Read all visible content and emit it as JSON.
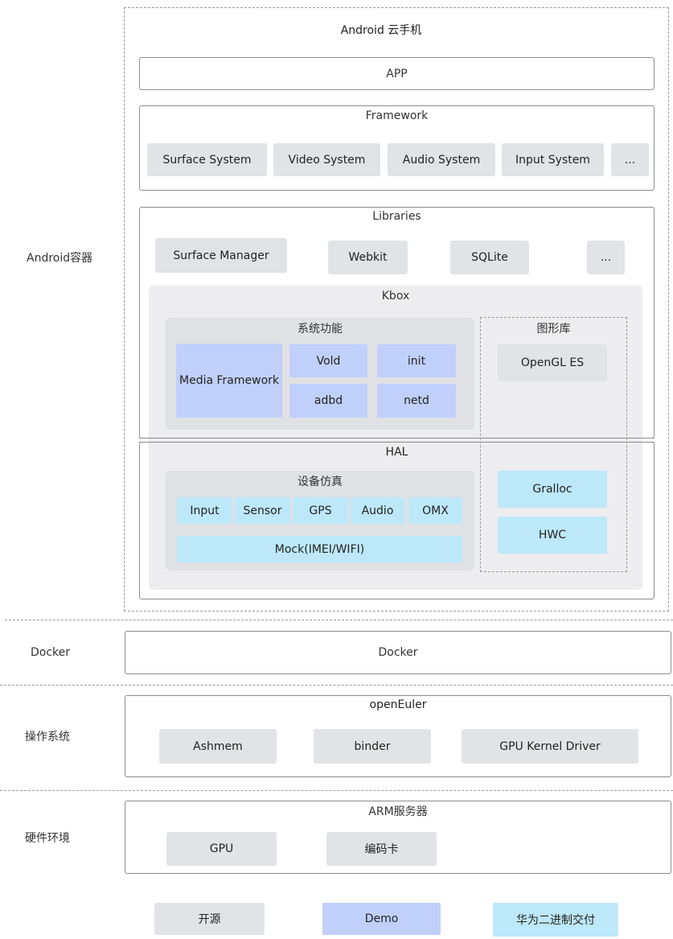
{
  "colors": {
    "open_source": "#e2e3e6",
    "demo": "#c0d0fa",
    "huawei_binary": "#bde8fa",
    "kbox_background": "#ededf0"
  },
  "layers": {
    "android": "Android容器",
    "docker": "Docker",
    "os": "操作系统",
    "hardware": "硬件环境"
  },
  "android": {
    "title": "Android 云手机",
    "app": "APP",
    "framework": {
      "title": "Framework",
      "items": [
        "Surface System",
        "Video System",
        "Audio System",
        "Input System",
        "..."
      ]
    },
    "libraries": {
      "title": "Libraries",
      "items": [
        "Surface Manager",
        "Webkit",
        "SQLite",
        "..."
      ]
    },
    "kbox": {
      "title": "Kbox",
      "system": {
        "title": "系统功能",
        "media": "Media Framework",
        "vold": "Vold",
        "init": "init",
        "adbd": "adbd",
        "netd": "netd"
      },
      "graphics": {
        "title": "图形库",
        "opengl": "OpenGL ES",
        "gralloc": "Gralloc",
        "hwc": "HWC"
      }
    },
    "hal": {
      "title": "HAL",
      "device_sim": {
        "title": "设备仿真",
        "items": [
          "Input",
          "Sensor",
          "GPS",
          "Audio",
          "OMX"
        ],
        "mock": "Mock(IMEI/WIFI)"
      }
    }
  },
  "docker": {
    "title": "Docker"
  },
  "openeuler": {
    "title": "openEuler",
    "items": [
      "Ashmem",
      "binder",
      "GPU Kernel Driver"
    ]
  },
  "arm": {
    "title": "ARM服务器",
    "items": [
      "GPU",
      "编码卡"
    ]
  },
  "legend": {
    "open_source": "开源",
    "demo": "Demo",
    "huawei": "华为二进制交付"
  }
}
